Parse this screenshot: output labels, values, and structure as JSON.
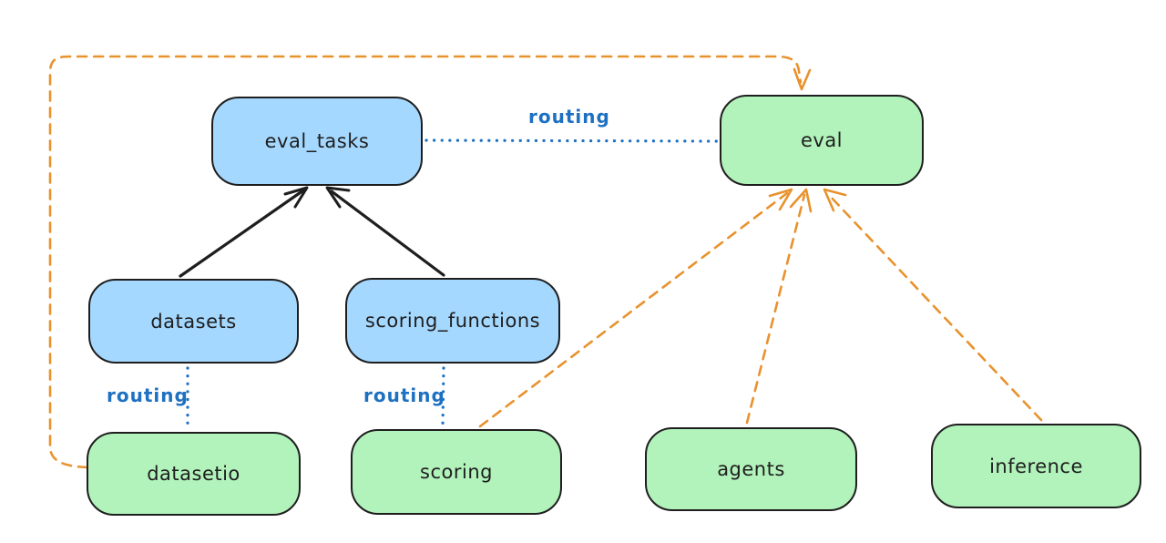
{
  "diagram": {
    "nodes": {
      "eval_tasks": {
        "label": "eval_tasks",
        "fill": "#a5d8ff"
      },
      "eval": {
        "label": "eval",
        "fill": "#b2f2bb"
      },
      "datasets": {
        "label": "datasets",
        "fill": "#a5d8ff"
      },
      "scoring_functions": {
        "label": "scoring_functions",
        "fill": "#a5d8ff"
      },
      "datasetio": {
        "label": "datasetio",
        "fill": "#b2f2bb"
      },
      "scoring": {
        "label": "scoring",
        "fill": "#b2f2bb"
      },
      "agents": {
        "label": "agents",
        "fill": "#b2f2bb"
      },
      "inference": {
        "label": "inference",
        "fill": "#b2f2bb"
      }
    },
    "edge_labels": {
      "eval_tasks_eval": "routing",
      "datasets_datasetio": "routing",
      "scoring_functions_scoring": "routing"
    },
    "edges": [
      {
        "from": "datasets",
        "to": "eval_tasks",
        "style": "solid",
        "color": "#1e1e1e",
        "arrow": true
      },
      {
        "from": "scoring_functions",
        "to": "eval_tasks",
        "style": "solid",
        "color": "#1e1e1e",
        "arrow": true
      },
      {
        "from": "eval_tasks",
        "to": "eval",
        "style": "dotted",
        "color": "#1d70c2",
        "arrow": false,
        "label": "routing"
      },
      {
        "from": "datasets",
        "to": "datasetio",
        "style": "dotted",
        "color": "#1d70c2",
        "arrow": false,
        "label": "routing"
      },
      {
        "from": "scoring_functions",
        "to": "scoring",
        "style": "dotted",
        "color": "#1d70c2",
        "arrow": false,
        "label": "routing"
      },
      {
        "from": "datasetio",
        "to": "eval",
        "style": "dashed",
        "color": "#e8922e",
        "arrow": true,
        "route": "left-edge-then-over-top"
      },
      {
        "from": "scoring",
        "to": "eval",
        "style": "dashed",
        "color": "#e8922e",
        "arrow": true
      },
      {
        "from": "agents",
        "to": "eval",
        "style": "dashed",
        "color": "#e8922e",
        "arrow": true
      },
      {
        "from": "inference",
        "to": "eval",
        "style": "dashed",
        "color": "#e8922e",
        "arrow": true
      }
    ],
    "colors": {
      "background": "#ffffff",
      "node_stroke": "#1e1e1e",
      "registry_fill": "#a5d8ff",
      "api_fill": "#b2f2bb",
      "routing_blue": "#1d70c2",
      "provider_orange": "#e8922e",
      "text": "#1e1e1e"
    }
  }
}
